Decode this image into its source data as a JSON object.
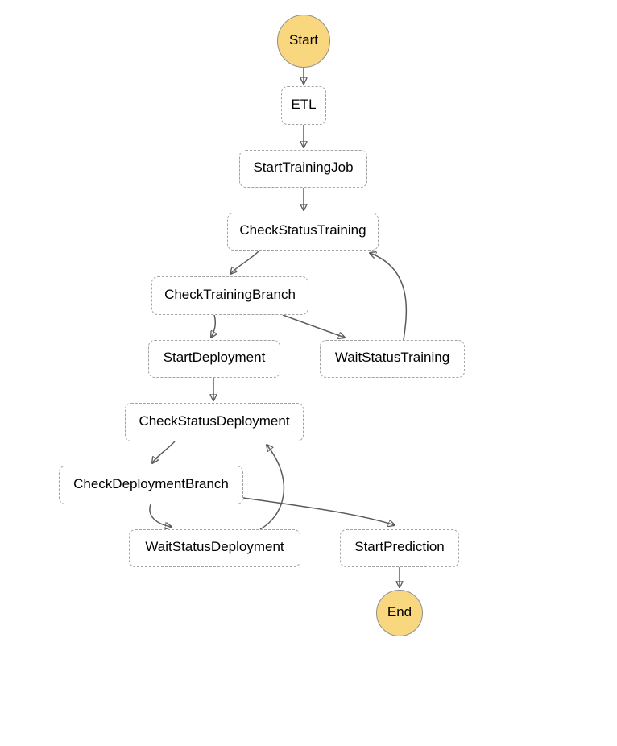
{
  "diagram": {
    "kind": "state-machine-graph",
    "colors": {
      "terminal_fill": "#F9D77E",
      "terminal_border": "#8F8F8F",
      "node_border": "#A3A3A3",
      "node_fill": "#FFFFFF",
      "edge": "#5B5B5B",
      "arrowhead": "#4E4E4E",
      "text": "#000000",
      "background": "#FFFFFF"
    },
    "terminals": {
      "start": {
        "label": "Start"
      },
      "end": {
        "label": "End"
      }
    },
    "nodes": [
      {
        "id": "ETL",
        "label": "ETL"
      },
      {
        "id": "StartTrainingJob",
        "label": "StartTrainingJob"
      },
      {
        "id": "CheckStatusTraining",
        "label": "CheckStatusTraining"
      },
      {
        "id": "CheckTrainingBranch",
        "label": "CheckTrainingBranch"
      },
      {
        "id": "StartDeployment",
        "label": "StartDeployment"
      },
      {
        "id": "WaitStatusTraining",
        "label": "WaitStatusTraining"
      },
      {
        "id": "CheckStatusDeployment",
        "label": "CheckStatusDeployment"
      },
      {
        "id": "CheckDeploymentBranch",
        "label": "CheckDeploymentBranch"
      },
      {
        "id": "WaitStatusDeployment",
        "label": "WaitStatusDeployment"
      },
      {
        "id": "StartPrediction",
        "label": "StartPrediction"
      }
    ],
    "edges": [
      {
        "from": "Start",
        "to": "ETL"
      },
      {
        "from": "ETL",
        "to": "StartTrainingJob"
      },
      {
        "from": "StartTrainingJob",
        "to": "CheckStatusTraining"
      },
      {
        "from": "CheckStatusTraining",
        "to": "CheckTrainingBranch"
      },
      {
        "from": "CheckTrainingBranch",
        "to": "StartDeployment"
      },
      {
        "from": "CheckTrainingBranch",
        "to": "WaitStatusTraining"
      },
      {
        "from": "WaitStatusTraining",
        "to": "CheckStatusTraining"
      },
      {
        "from": "StartDeployment",
        "to": "CheckStatusDeployment"
      },
      {
        "from": "CheckStatusDeployment",
        "to": "CheckDeploymentBranch"
      },
      {
        "from": "CheckDeploymentBranch",
        "to": "WaitStatusDeployment"
      },
      {
        "from": "CheckDeploymentBranch",
        "to": "StartPrediction"
      },
      {
        "from": "WaitStatusDeployment",
        "to": "CheckStatusDeployment"
      },
      {
        "from": "StartPrediction",
        "to": "End"
      }
    ]
  }
}
